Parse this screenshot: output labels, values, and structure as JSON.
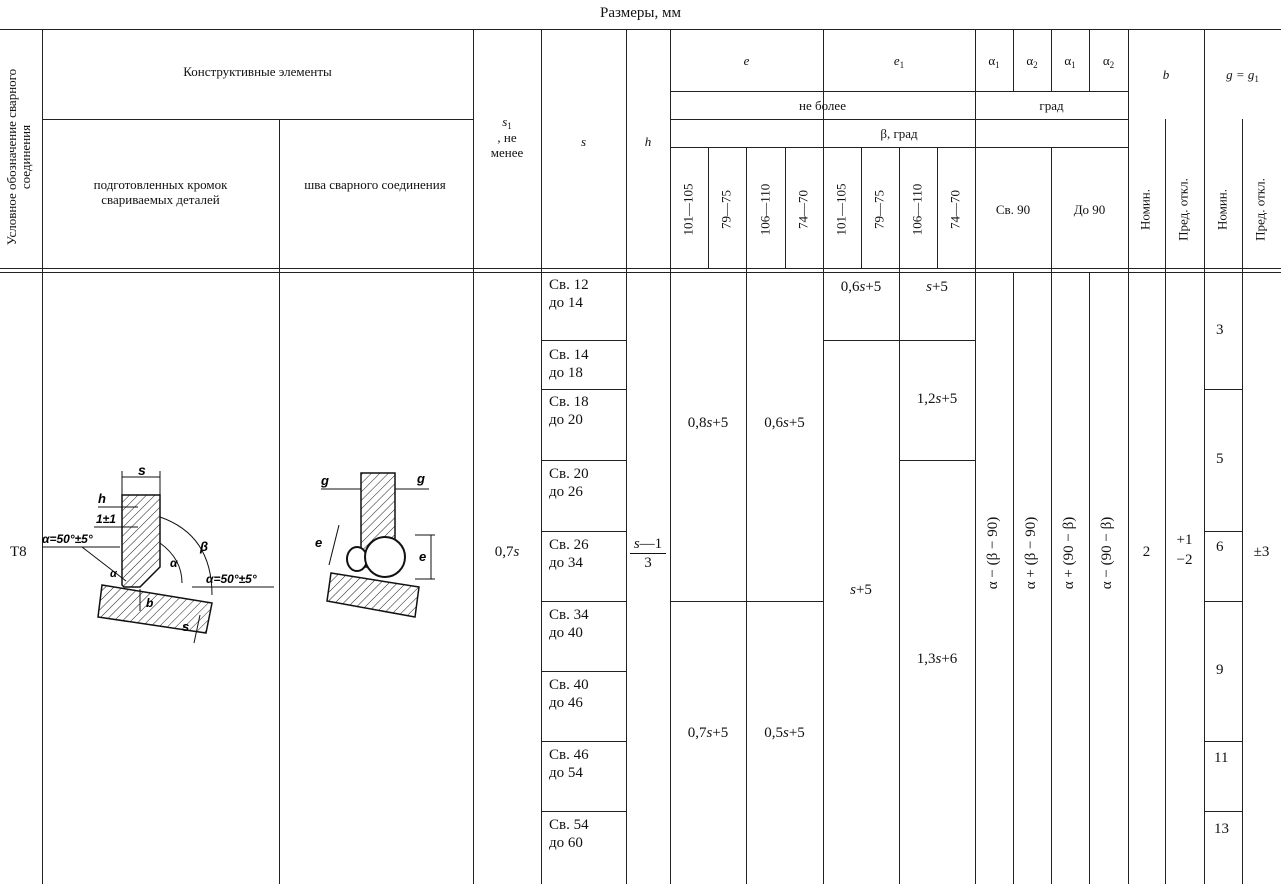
{
  "caption": "Размеры, мм",
  "header": {
    "designation": "Условное обозначение сварного соединения",
    "structural_elements": "Конструктивные элементы",
    "prepared_edges": "подготовленных кромок свариваемых деталей",
    "weld_seam": "шва сварного соединения",
    "s1_label": "s",
    "s1_sub": "1",
    "s1_rest": ", не менее",
    "s_label": "s",
    "h_label": "h",
    "e_label": "e",
    "e1_label": "e",
    "e1_sub": "1",
    "alpha1": "α",
    "alpha1_sub": "1",
    "alpha2": "α",
    "alpha2_sub": "2",
    "b_label": "b",
    "g_label": "g = g",
    "g_sub": "1",
    "not_more": "не более",
    "deg": "град",
    "beta_deg": "β, град",
    "beta_ranges": [
      "101—105",
      "79—75",
      "106—110",
      "74—70",
      "101—105",
      "79—75",
      "106—110",
      "74—70"
    ],
    "over90": "Св. 90",
    "upto90": "До 90",
    "nom": "Номин.",
    "tol": "Пред. откл."
  },
  "row": {
    "code": "Т8",
    "s1_value": "0,7s",
    "h_num": "s—1",
    "h_den": "3",
    "s_ranges": [
      [
        "Св. 12",
        "до 14"
      ],
      [
        "Св. 14",
        "до 18"
      ],
      [
        "Св. 18",
        "до 20"
      ],
      [
        "Св. 20",
        "до 26"
      ],
      [
        "Св. 26",
        "до 34"
      ],
      [
        "Св. 34",
        "до 40"
      ],
      [
        "Св. 40",
        "до 46"
      ],
      [
        "Св. 46",
        "до 54"
      ],
      [
        "Св. 54",
        "до 60"
      ]
    ],
    "e_a1": "0,8s+5",
    "e_a2": "0,6s+5",
    "e_b1": "0,7s+5",
    "e_b2": "0,5s+5",
    "e1_top1": "0,6s+5",
    "e1_top2": "s+5",
    "e1_mid": "1,2s+5",
    "e1_left": "s+5",
    "e1_low": "1,3s+6",
    "alpha_f1": "α − (β − 90)",
    "alpha_f2": "α + (β − 90)",
    "alpha_f3": "α + (90 − β)",
    "alpha_f4": "α − (90 − β)",
    "b_nom": "2",
    "b_tol_plus": "+1",
    "b_tol_minus": "−2",
    "g_values": [
      "3",
      "5",
      "6",
      "9",
      "11",
      "13"
    ],
    "g_tol": "±3"
  },
  "drawing_prep": {
    "s": "s",
    "h": "h",
    "h_val": "1±1",
    "alpha_left": "α=50°±5°",
    "alpha_right": "α=50°±5°",
    "alpha1": "α",
    "alpha2": "α",
    "beta": "β",
    "b": "b",
    "s1": "s"
  },
  "drawing_weld": {
    "g1": "g",
    "g": "g",
    "e1": "e",
    "e": "e"
  }
}
